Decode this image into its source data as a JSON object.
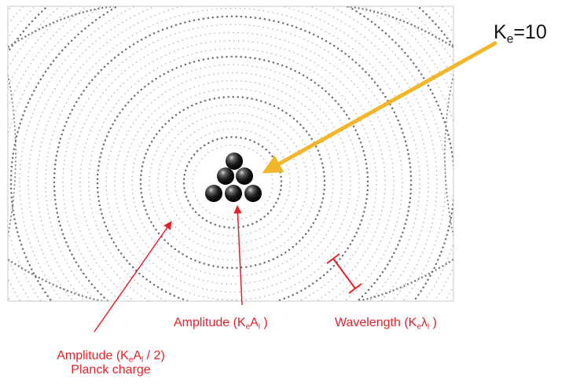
{
  "colors": {
    "annotation_red": "#e8202a",
    "pointer_yellow": "#f2b62a",
    "dot_gray": "#555555",
    "sphere_black": "#111111",
    "frame_border": "#c8c8c8"
  },
  "ke_label": {
    "main": "K",
    "sub": "e",
    "rest": "=10"
  },
  "amplitude_center": {
    "prefix": "Amplitude (K",
    "sub1": "e",
    "mid": "A",
    "sub2": "l",
    "suffix": " )"
  },
  "wavelength": {
    "prefix": "Wavelength (K",
    "sub1": "e",
    "mid": "λ",
    "sub2": "l",
    "suffix": " )"
  },
  "amplitude_half": {
    "prefix": "Amplitude (K",
    "sub1": "e",
    "mid": "A",
    "sub2": "l",
    "suffix": " / 2)",
    "line2": "Planck charge"
  },
  "icons": {
    "particles": "sphere-cluster-icon",
    "pointer": "arrow-icon"
  }
}
